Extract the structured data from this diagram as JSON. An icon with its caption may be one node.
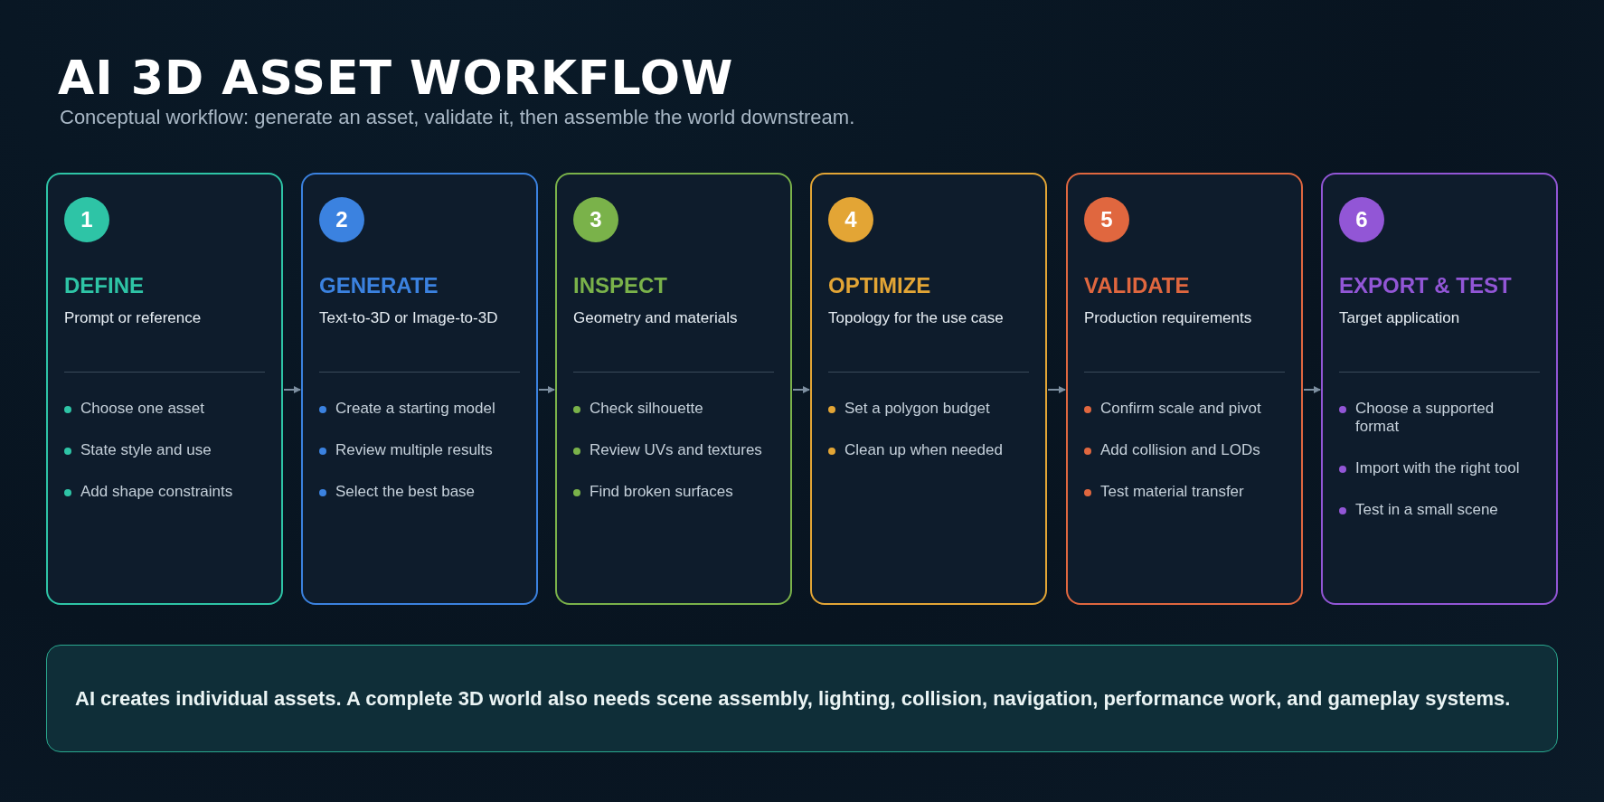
{
  "diagram": {
    "title": "AI 3D ASSET WORKFLOW",
    "nodes": [
      {
        "text": [
          "1",
          "DEFINE",
          "Prompt or reference",
          "Choose one asset",
          "State style and use",
          "Add shape constraints"
        ]
      },
      {
        "text": [
          "2",
          "GENERATE",
          "Text-to-3D or Image-to-3D",
          "Create a starting model",
          "Review multiple results",
          "Select the best base"
        ]
      },
      {
        "text": [
          "3",
          "INSPECT",
          "Geometry and materials",
          "Check silhouette",
          "Review UVs and textures",
          "Find broken surfaces"
        ]
      },
      {
        "text": [
          "4",
          "OPTIMIZE",
          "Topology for the use case",
          "Set a polygon budget",
          "Clean up when needed"
        ]
      },
      {
        "text": [
          "5",
          "VALIDATE",
          "Production requirements",
          "Confirm scale and pivot",
          "Add collision and LODs",
          "Test material transfer"
        ]
      },
      {
        "text": [
          "6",
          "EXPORT & TEST",
          "Target application",
          "Choose a supported format",
          "Import with the right tool",
          "Test in a small scene"
        ]
      },
      {
        "text": [
          "AI creates individual assets. A complete 3D world also needs scene assembly, lighting, collision, navigation, performance work, and gameplay systems."
        ]
      }
    ],
    "edges": [
      {
        "from": 0,
        "to": 1,
        "arrow": "to"
      },
      {
        "from": 1,
        "to": 2,
        "arrow": "to"
      },
      {
        "from": 2,
        "to": 3,
        "arrow": "to"
      },
      {
        "from": 3,
        "to": 4,
        "arrow": "to"
      },
      {
        "from": 4,
        "to": 5,
        "arrow": "to"
      }
    ],
    "labels": [
      "Conceptual workflow: generate an asset, validate it, then assemble the world downstream."
    ]
  }
}
